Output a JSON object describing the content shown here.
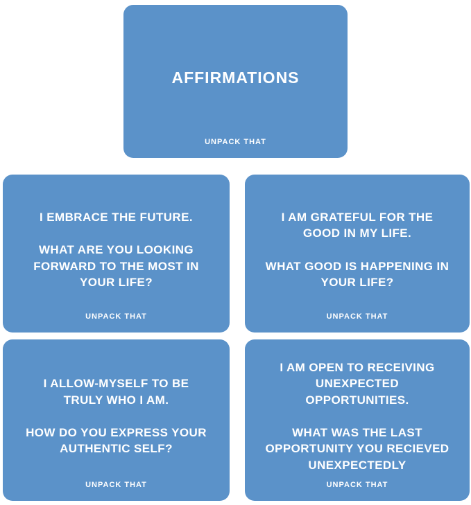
{
  "brand": {
    "card_color": "#5b92c9",
    "text_color": "#ffffff"
  },
  "title_card": {
    "title": "AFFIRMATIONS",
    "footer": "UNPACK THAT"
  },
  "cards": [
    {
      "statement": "I EMBRACE THE FUTURE.",
      "question": "WHAT ARE YOU LOOKING FORWARD TO THE MOST IN YOUR LIFE?",
      "footer": "UNPACK THAT"
    },
    {
      "statement": "I AM GRATEFUL FOR THE GOOD IN MY LIFE.",
      "question": "WHAT GOOD IS HAPPENING IN YOUR LIFE?",
      "footer": "UNPACK THAT"
    },
    {
      "statement": "I ALLOW-MYSELF TO BE TRULY WHO I AM.",
      "question": "HOW DO YOU EXPRESS YOUR AUTHENTIC SELF?",
      "footer": "UNPACK THAT"
    },
    {
      "statement": "I AM OPEN TO RECEIVING UNEXPECTED OPPORTUNITIES.",
      "question": "WHAT WAS THE LAST OPPORTUNITY YOU RECIEVED UNEXPECTEDLY",
      "footer": "UNPACK THAT"
    }
  ]
}
